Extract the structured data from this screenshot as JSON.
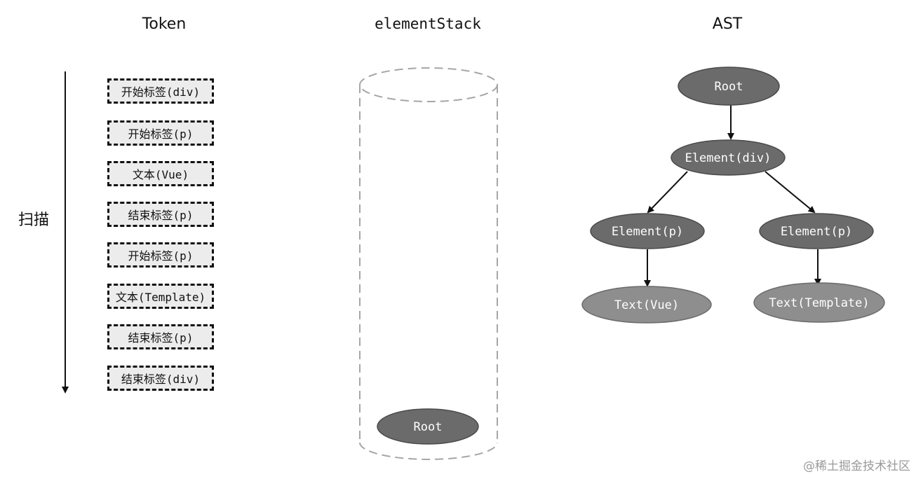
{
  "titles": {
    "token": "Token",
    "stack": "elementStack",
    "ast": "AST"
  },
  "scan_label": "扫描",
  "tokens": [
    "开始标签(div)",
    "开始标签(p)",
    "文本(Vue)",
    "结束标签(p)",
    "开始标签(p)",
    "文本(Template)",
    "结束标签(p)",
    "结束标签(div)"
  ],
  "stack": {
    "items": [
      "Root"
    ]
  },
  "ast": {
    "root": "Root",
    "element_div": "Element(div)",
    "element_p_left": "Element(p)",
    "element_p_right": "Element(p)",
    "text_left": "Text(Vue)",
    "text_right": "Text(Template)"
  },
  "colors": {
    "node_dark": "#6b6b6b",
    "node_light": "#8e8e8e",
    "token_bg": "#ececec",
    "dashed_stroke": "#a6a6a6"
  },
  "watermark": "@稀土掘金技术社区"
}
